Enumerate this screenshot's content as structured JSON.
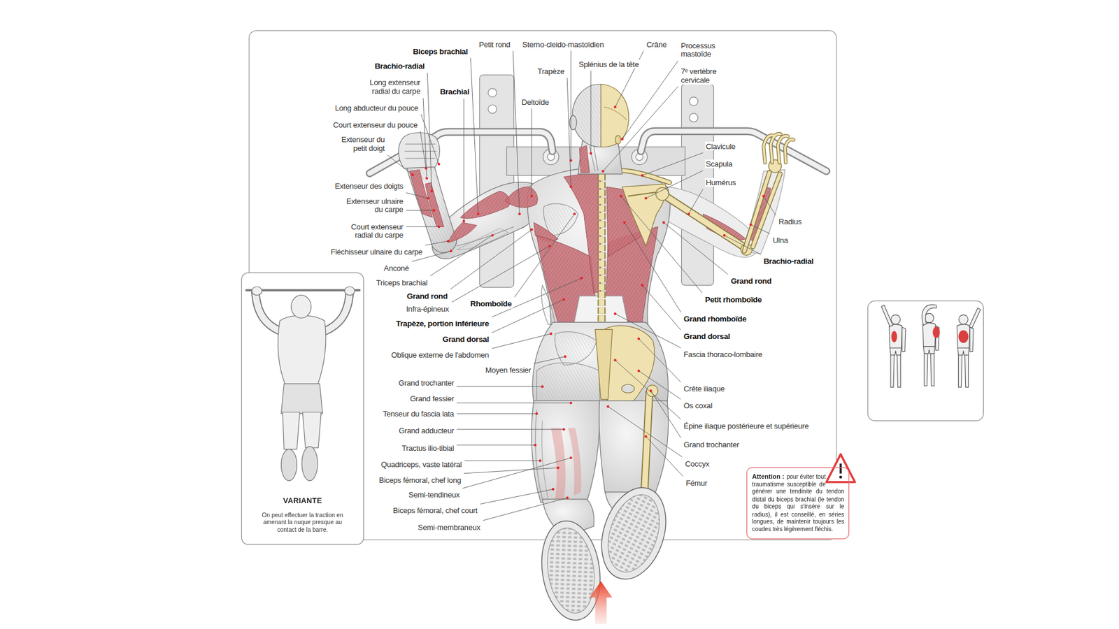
{
  "diagram": {
    "nodes": [
      {
        "text": [
          "VARIANTE",
          "On peut effectuer la traction en amenant la nuque presque au contact de la barre."
        ]
      },
      {
        "text": [
          "Attention :",
          "pour éviter tout traumatisme susceptible de générer une tendinite du tendon distal du biceps brachial (le tendon du biceps qui s'insère sur le radius), il est conseillé, en séries longues, de maintenir toujours les coudes très légèrement fléchis."
        ]
      }
    ],
    "labels": [
      "Biceps brachial",
      "Petit rond",
      "Sterno-cleido-mastoïdien",
      "Crâne",
      "Processus mastoïde",
      "Brachio-radial",
      "Trapèze",
      "Splénius de la tête",
      "7ᵉ vertèbre cervicale",
      "Long extenseur radial du carpe",
      "Brachial",
      "Deltoïde",
      "Long abducteur du pouce",
      "Court extenseur du pouce",
      "Extenseur du petit doigt",
      "Extenseur des doigts",
      "Extenseur ulnaire du carpe",
      "Court extenseur radial du carpe",
      "Fléchisseur ulnaire du carpe",
      "Anconé",
      "Triceps brachial",
      "Grand rond",
      "Rhomboïde",
      "Infra-épineux",
      "Trapèze, portion inférieure",
      "Grand dorsal",
      "Oblique externe de l'abdomen",
      "Moyen fessier",
      "Grand trochanter",
      "Grand fessier",
      "Tenseur du fascia lata",
      "Grand adducteur",
      "Tractus ilio-tibial",
      "Quadriceps, vaste latéral",
      "Biceps fémoral, chef long",
      "Semi-tendineux",
      "Biceps fémoral, chef court",
      "Semi-membraneux",
      "Clavicule",
      "Scapula",
      "Humérus",
      "Radius",
      "Ulna",
      "Brachio-radial",
      "Grand rond",
      "Petit rhomboïde",
      "Grand rhomboïde",
      "Grand dorsal",
      "Fascia thoraco-lombaire",
      "Crête iliaque",
      "Os coxal",
      "Épine iliaque postérieure et supérieure",
      "Grand trochanter",
      "Coccyx",
      "Fémur"
    ]
  }
}
